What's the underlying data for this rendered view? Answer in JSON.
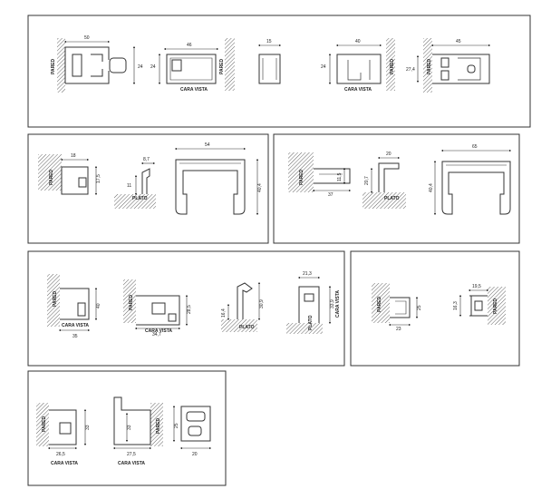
{
  "panels": [
    {
      "id": "p1",
      "dims": [
        "50",
        "24",
        "46",
        "24",
        "15",
        "40",
        "24",
        "45",
        "27,4"
      ],
      "labels": [
        "PARED",
        "PARED",
        "CARA VISTA",
        "PARED",
        "CARA VISTA",
        "PARED"
      ]
    },
    {
      "id": "p2",
      "dims": [
        "18",
        "17,5",
        "8,7",
        "11",
        "54",
        "40,4"
      ],
      "labels": [
        "PARED",
        "PLATO"
      ]
    },
    {
      "id": "p3",
      "dims": [
        "20",
        "37",
        "20,7",
        "11,5",
        "65",
        "40,4"
      ],
      "labels": [
        "PARED",
        "PLATO"
      ]
    },
    {
      "id": "p4",
      "dims": [
        "40",
        "35",
        "28,5",
        "34,7",
        "16,4",
        "30,9",
        "21,3",
        "33,9"
      ],
      "labels": [
        "PARED",
        "CARA VISTA",
        "PARED",
        "CARA VISTA",
        "PLATO",
        "PLATO",
        "CARA VISTA"
      ]
    },
    {
      "id": "p5",
      "dims": [
        "25",
        "23",
        "19,5",
        "16,3"
      ],
      "labels": [
        "PARED",
        "PARED"
      ]
    },
    {
      "id": "p6",
      "dims": [
        "33",
        "26,5",
        "33",
        "27,5",
        "25",
        "20"
      ],
      "labels": [
        "PARED",
        "CARA VISTA",
        "PARED",
        "CARA VISTA"
      ]
    }
  ]
}
